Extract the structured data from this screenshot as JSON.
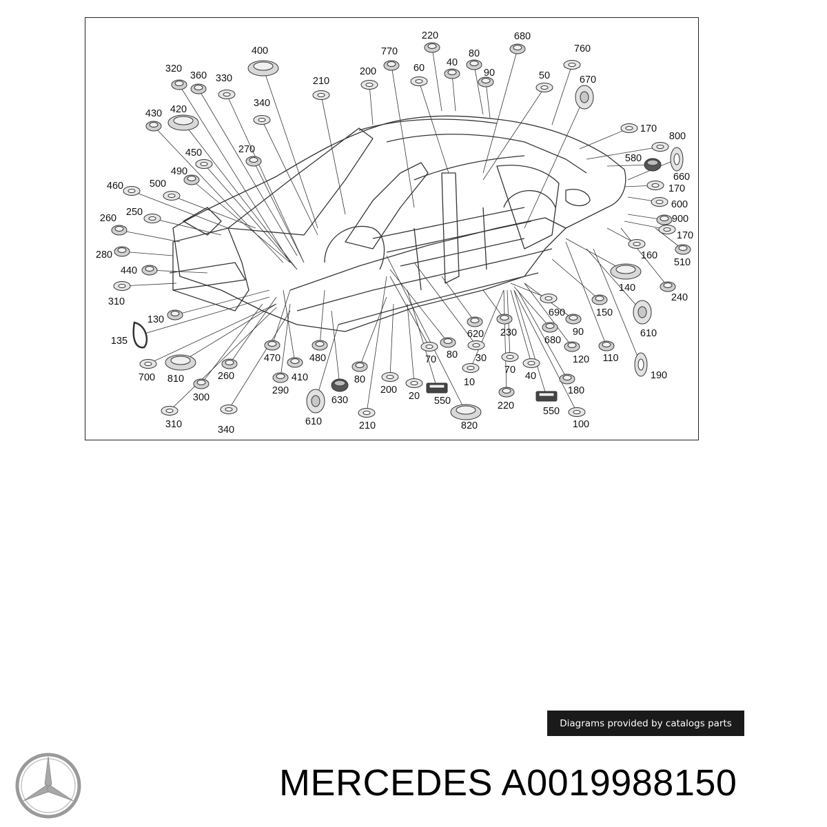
{
  "colors": {
    "line": "#333333",
    "badge_bg": "#1a1a1a",
    "badge_text": "#ffffff",
    "logo": "#9a9a9a"
  },
  "callouts": [
    "10",
    "20",
    "30",
    "40",
    "40",
    "50",
    "60",
    "70",
    "70",
    "80",
    "80",
    "80",
    "90",
    "90",
    "100",
    "110",
    "120",
    "130",
    "135",
    "140",
    "150",
    "160",
    "170",
    "170",
    "170",
    "180",
    "190",
    "200",
    "200",
    "210",
    "210",
    "220",
    "220",
    "230",
    "240",
    "250",
    "260",
    "260",
    "270",
    "280",
    "290",
    "300",
    "310",
    "310",
    "320",
    "330",
    "340",
    "340",
    "360",
    "400",
    "410",
    "420",
    "430",
    "440",
    "450",
    "460",
    "470",
    "480",
    "490",
    "500",
    "510",
    "550",
    "550",
    "580",
    "600",
    "610",
    "610",
    "620",
    "630",
    "660",
    "670",
    "680",
    "680",
    "690",
    "700",
    "760",
    "770",
    "800",
    "810",
    "820",
    "900"
  ],
  "credit": "Diagrams provided by catalogs parts",
  "brand": "MERCEDES",
  "part_number": "A0019988150",
  "logo_icon": "mercedes-star-icon"
}
